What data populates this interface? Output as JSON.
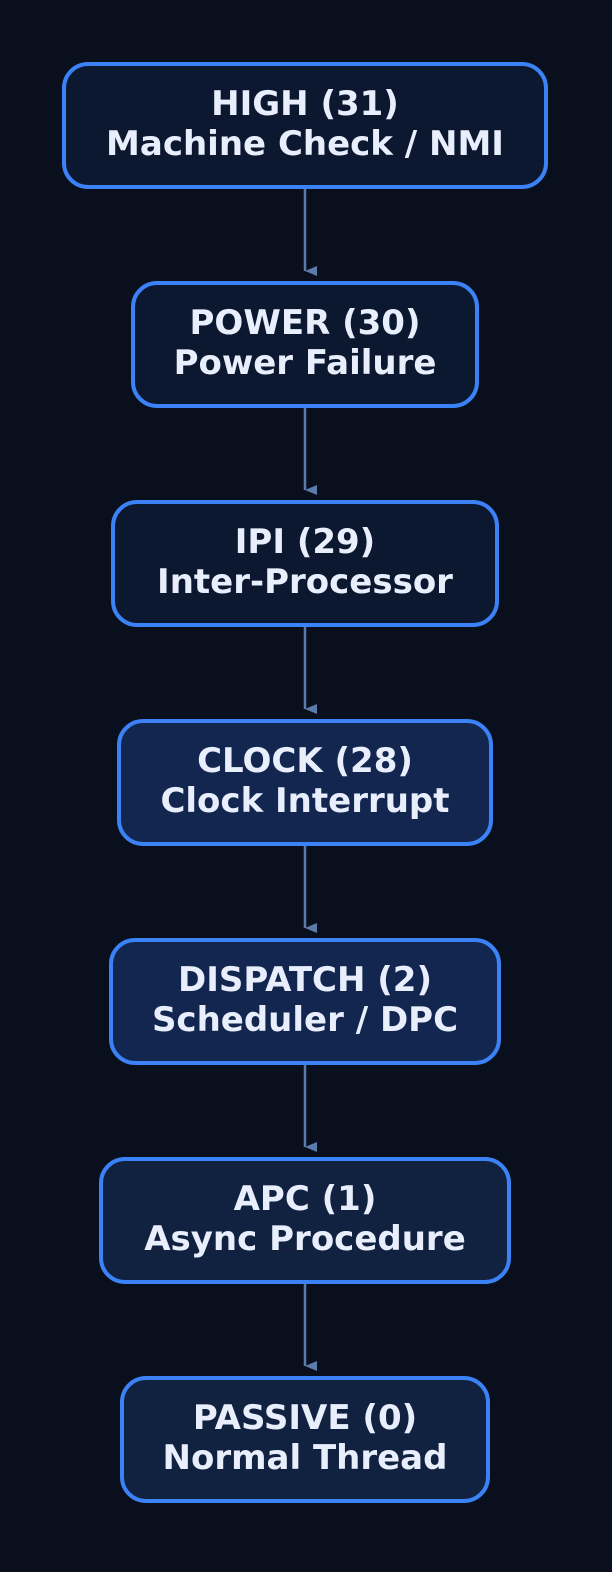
{
  "colors": {
    "background": "#0a0f1e",
    "node_border": "#3b82f6",
    "text": "#e8eefc",
    "edge": "#5b7bab"
  },
  "nodes": [
    {
      "id": "high",
      "level": "HIGH (31)",
      "desc": "Machine Check / NMI",
      "fill": "#0c1830"
    },
    {
      "id": "power",
      "level": "POWER (30)",
      "desc": "Power Failure",
      "fill": "#0c1830"
    },
    {
      "id": "ipi",
      "level": "IPI (29)",
      "desc": "Inter-Processor",
      "fill": "#0c1830"
    },
    {
      "id": "clock",
      "level": "CLOCK (28)",
      "desc": "Clock Interrupt",
      "fill": "#12264f"
    },
    {
      "id": "dispatch",
      "level": "DISPATCH (2)",
      "desc": "Scheduler / DPC",
      "fill": "#12264f"
    },
    {
      "id": "apc",
      "level": "APC (1)",
      "desc": "Async Procedure",
      "fill": "#10223f"
    },
    {
      "id": "passive",
      "level": "PASSIVE (0)",
      "desc": "Normal Thread",
      "fill": "#10223f"
    }
  ],
  "edges": [
    {
      "from": "high",
      "to": "power"
    },
    {
      "from": "power",
      "to": "ipi"
    },
    {
      "from": "ipi",
      "to": "clock"
    },
    {
      "from": "clock",
      "to": "dispatch"
    },
    {
      "from": "dispatch",
      "to": "apc"
    },
    {
      "from": "apc",
      "to": "passive"
    }
  ]
}
